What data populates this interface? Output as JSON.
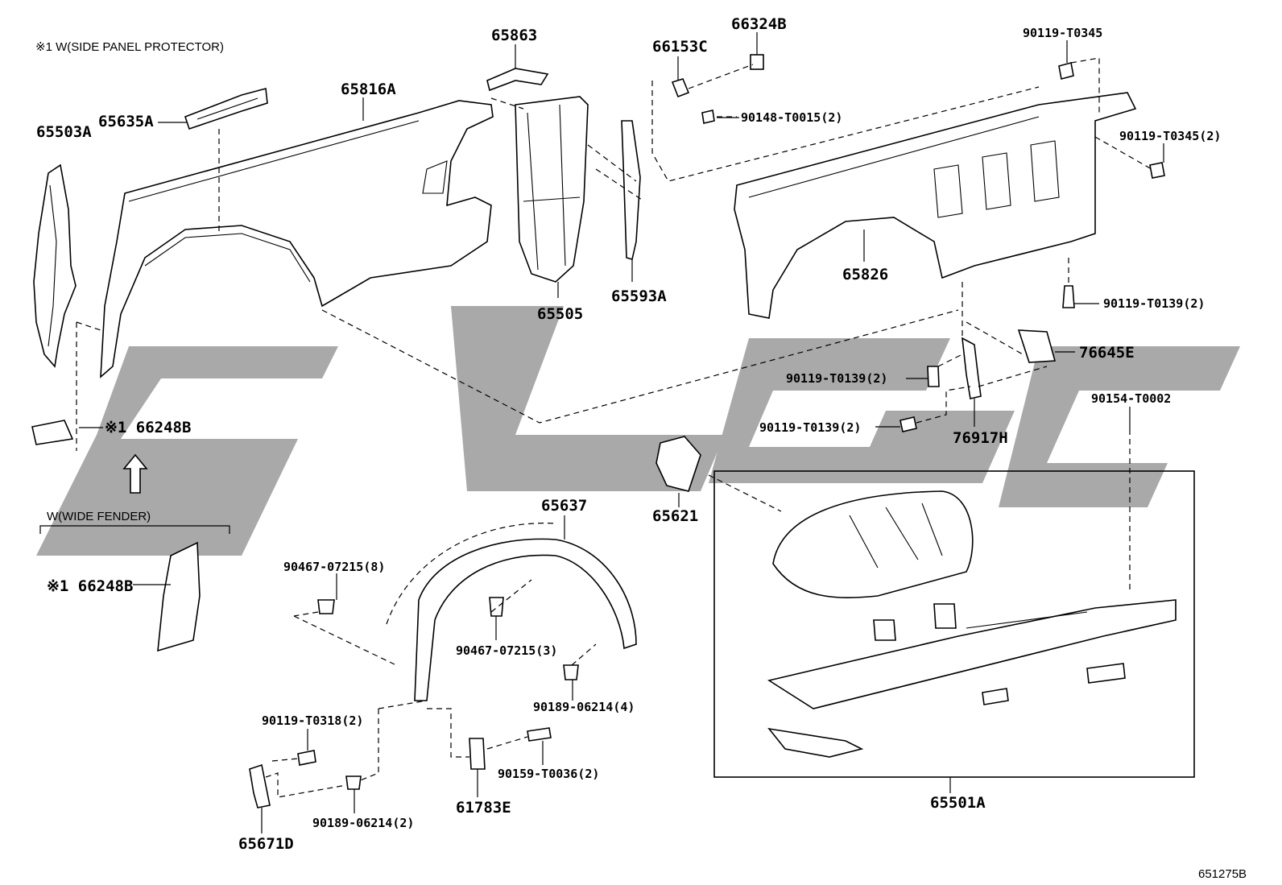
{
  "notes": {
    "side_panel_protector": "※1 W(SIDE PANEL PROTECTOR)",
    "wide_fender": "W(WIDE FENDER)",
    "drawing_code": "651275B"
  },
  "watermark_text": "6LGC",
  "colors": {
    "watermark": "#a9a9a9",
    "line": "#000000"
  },
  "parts": {
    "p65863": "65863",
    "p66153C": "66153C",
    "p66324B": "66324B",
    "p90119T0345": "90119-T0345",
    "p65816A": "65816A",
    "p65635A": "65635A",
    "p65503A": "65503A",
    "p90148T0015": "90148-T0015(2)",
    "p90119T0345_2": "90119-T0345(2)",
    "p65826": "65826",
    "p65505": "65505",
    "p65593A": "65593A",
    "p90119T0139_a": "90119-T0139(2)",
    "p76645E": "76645E",
    "p90119T0139_b": "90119-T0139(2)",
    "p66248B_a": "※1 66248B",
    "p90119T0139_c": "90119-T0139(2)",
    "p76917H": "76917H",
    "p90154T0002": "90154-T0002",
    "p65637": "65637",
    "p65621": "65621",
    "p66248B_b": "※1 66248B",
    "p90467_8": "90467-07215(8)",
    "p90467_3": "90467-07215(3)",
    "p90189_4": "90189-06214(4)",
    "p90119T0318": "90119-T0318(2)",
    "p90159T0036": "90159-T0036(2)",
    "p61783E": "61783E",
    "p90189_2": "90189-06214(2)",
    "p65671D": "65671D",
    "p65501A": "65501A"
  }
}
